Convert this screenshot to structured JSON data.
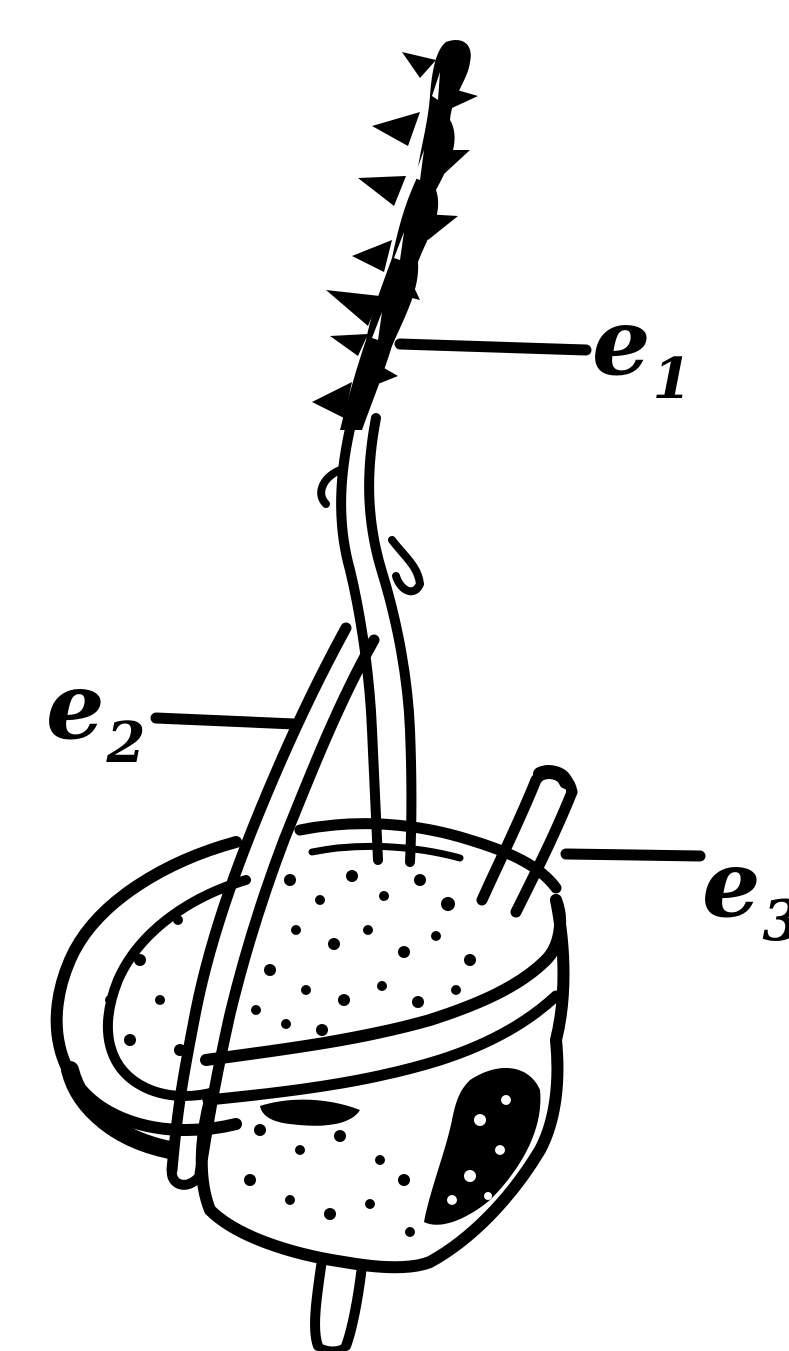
{
  "diagram": {
    "labels": [
      {
        "id": "e1",
        "main": "e",
        "sub": "1"
      },
      {
        "id": "e2",
        "main": "e",
        "sub": "2"
      },
      {
        "id": "e3",
        "main": "e",
        "sub": "3"
      }
    ]
  },
  "colors": {
    "ink": "#000000",
    "paper": "#ffffff"
  }
}
